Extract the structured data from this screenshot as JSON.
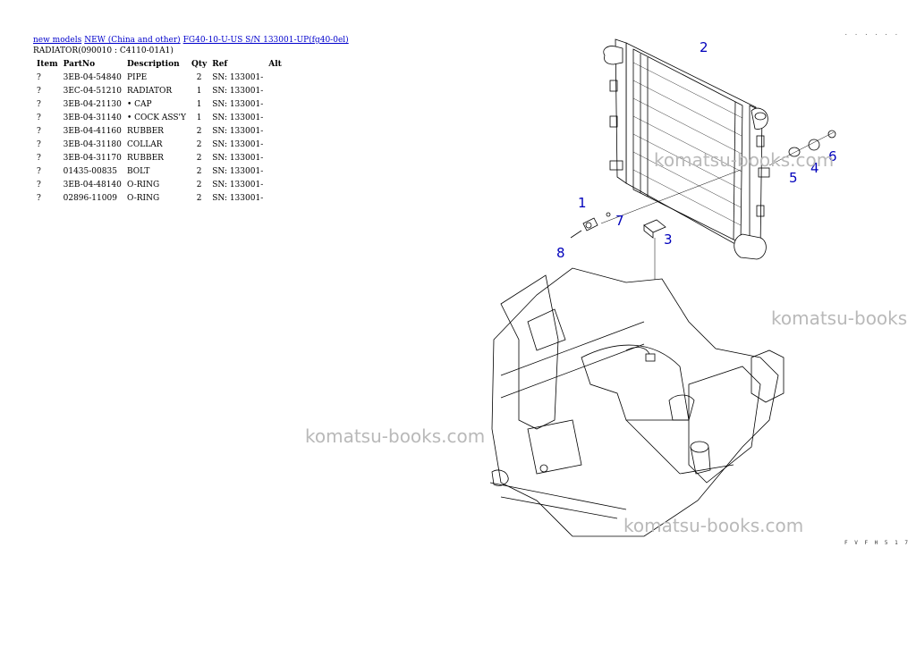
{
  "breadcrumbs": [
    {
      "label": "new models"
    },
    {
      "label": "NEW (China and other)"
    },
    {
      "label": "FG40-10-U-US S/N 133001-UP(fg40-0el)"
    }
  ],
  "section_title": "RADIATOR(090010 : C4110-01A1)",
  "table": {
    "headers": [
      "Item",
      "PartNo",
      "Description",
      "Qty",
      "Ref",
      "Alt"
    ],
    "rows": [
      {
        "item": "?",
        "part_no": "3EB-04-54840",
        "description": "PIPE",
        "qty": "2",
        "ref": "SN: 133001-",
        "alt": ""
      },
      {
        "item": "?",
        "part_no": "3EC-04-51210",
        "description": "RADIATOR",
        "qty": "1",
        "ref": "SN: 133001-",
        "alt": ""
      },
      {
        "item": "?",
        "part_no": "3EB-04-21130",
        "description": "• CAP",
        "qty": "1",
        "ref": "SN: 133001-",
        "alt": ""
      },
      {
        "item": "?",
        "part_no": "3EB-04-31140",
        "description": "• COCK ASS'Y",
        "qty": "1",
        "ref": "SN: 133001-",
        "alt": ""
      },
      {
        "item": "?",
        "part_no": "3EB-04-41160",
        "description": "RUBBER",
        "qty": "2",
        "ref": "SN: 133001-",
        "alt": ""
      },
      {
        "item": "?",
        "part_no": "3EB-04-31180",
        "description": "COLLAR",
        "qty": "2",
        "ref": "SN: 133001-",
        "alt": ""
      },
      {
        "item": "?",
        "part_no": "3EB-04-31170",
        "description": "RUBBER",
        "qty": "2",
        "ref": "SN: 133001-",
        "alt": ""
      },
      {
        "item": "?",
        "part_no": "01435-00835",
        "description": "BOLT",
        "qty": "2",
        "ref": "SN: 133001-",
        "alt": ""
      },
      {
        "item": "?",
        "part_no": "3EB-04-48140",
        "description": "O-RING",
        "qty": "2",
        "ref": "SN: 133001-",
        "alt": ""
      },
      {
        "item": "?",
        "part_no": "02896-11009",
        "description": "O-RING",
        "qty": "2",
        "ref": "SN: 133001-",
        "alt": ""
      }
    ]
  },
  "diagram": {
    "callouts": [
      "1",
      "2",
      "3",
      "4",
      "5",
      "6",
      "7",
      "8"
    ],
    "corner_code_top": ". . . . . .",
    "corner_code_bottom": "F V F H 5 1 7"
  },
  "watermark": "komatsu-books.com",
  "watermark_partial": "komatsu-books"
}
